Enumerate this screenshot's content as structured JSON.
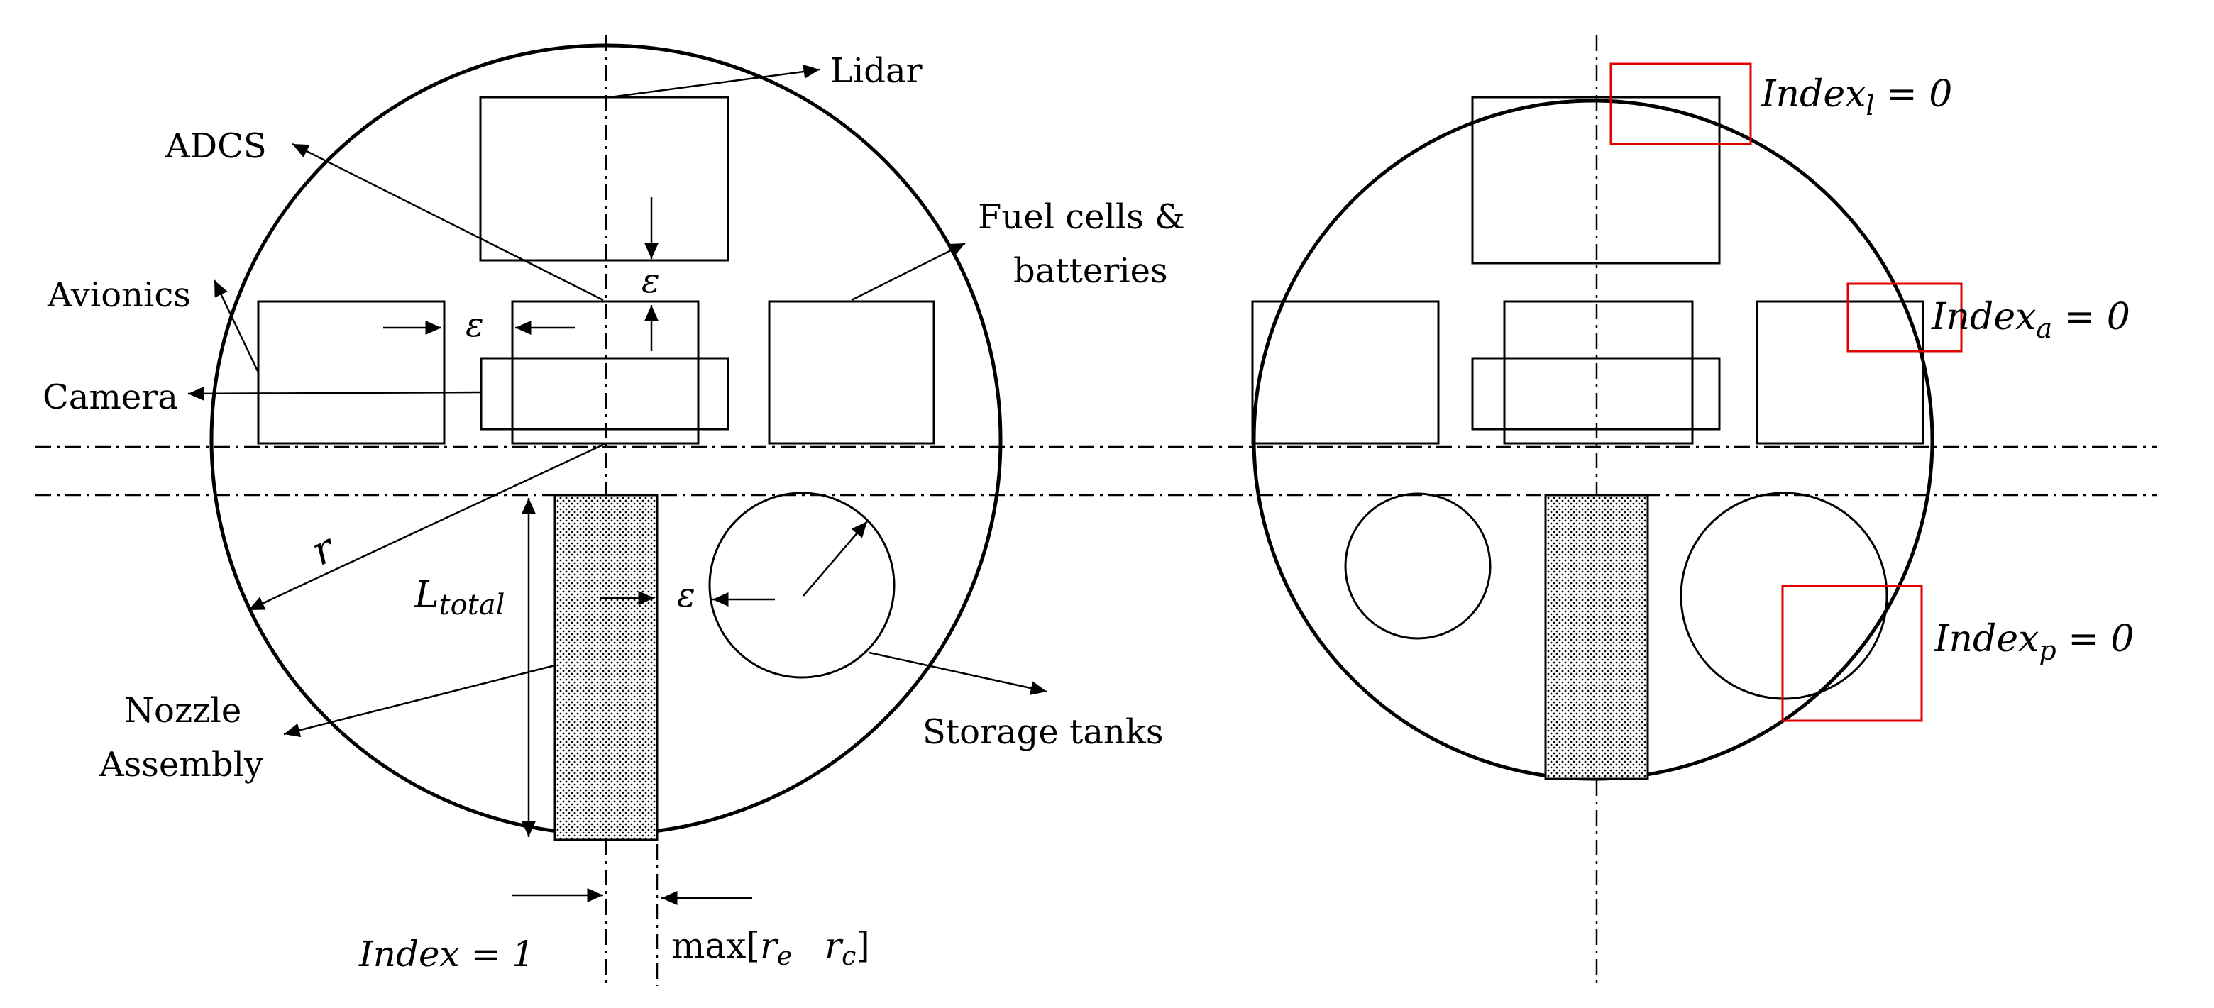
{
  "left_panel": {
    "labels": {
      "lidar": "Lidar",
      "adcs": "ADCS",
      "fuel_cells_line1": "Fuel cells &",
      "fuel_cells_line2": "batteries",
      "avionics": "Avionics",
      "camera": "Camera",
      "nozzle_line1": "Nozzle",
      "nozzle_line2": "Assembly",
      "storage_tanks": "Storage tanks"
    },
    "symbols": {
      "epsilon": "ε",
      "radius": "r",
      "l_main": "L",
      "l_sub": "total",
      "index_eq": "Index = 1",
      "max_prefix": "max[",
      "r_e_main": "r",
      "r_e_sub": "e",
      "r_c_main": "r",
      "r_c_sub": "c",
      "max_suffix": "]"
    }
  },
  "right_panel": {
    "index_l": {
      "main": "Index",
      "sub": "l",
      "rhs": " = 0"
    },
    "index_a": {
      "main": "Index",
      "sub": "a",
      "rhs": " = 0"
    },
    "index_p": {
      "main": "Index",
      "sub": "p",
      "rhs": " = 0"
    }
  },
  "colors": {
    "line": "#000000",
    "violation_box": "#e00000",
    "nozzle_fill": "#d9d9d9"
  }
}
